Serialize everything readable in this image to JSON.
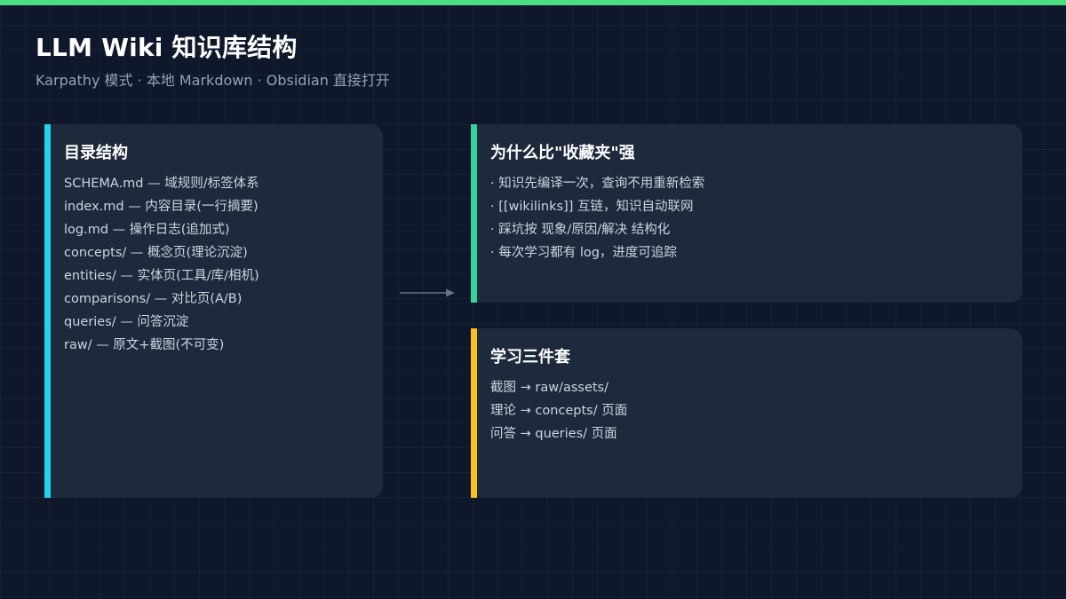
{
  "header": {
    "title": "LLM Wiki 知识库结构",
    "subtitle": "Karpathy 模式 · 本地 Markdown · Obsidian 直接打开"
  },
  "colors": {
    "background": "#0f172a",
    "card": "#1e293b",
    "top_bar": "#4ade80",
    "accent_directory": "#22d3ee",
    "accent_why": "#34d399",
    "accent_kit": "#fbbf24"
  },
  "cards": {
    "directory": {
      "title": "目录结构",
      "lines": [
        "SCHEMA.md — 域规则/标签体系",
        "index.md — 内容目录(一行摘要)",
        "log.md — 操作日志(追加式)",
        "concepts/ — 概念页(理论沉淀)",
        "entities/ — 实体页(工具/库/相机)",
        "comparisons/ — 对比页(A/B)",
        "queries/ — 问答沉淀",
        "raw/ — 原文+截图(不可变)"
      ]
    },
    "why": {
      "title": "为什么比\"收藏夹\"强",
      "lines": [
        "· 知识先编译一次，查询不用重新检索",
        "· [[wikilinks]] 互链，知识自动联网",
        "· 踩坑按 现象/原因/解决 结构化",
        "· 每次学习都有 log，进度可追踪"
      ]
    },
    "kit": {
      "title": "学习三件套",
      "lines": [
        "截图 → raw/assets/",
        "理论 → concepts/ 页面",
        "问答 → queries/ 页面"
      ]
    }
  }
}
